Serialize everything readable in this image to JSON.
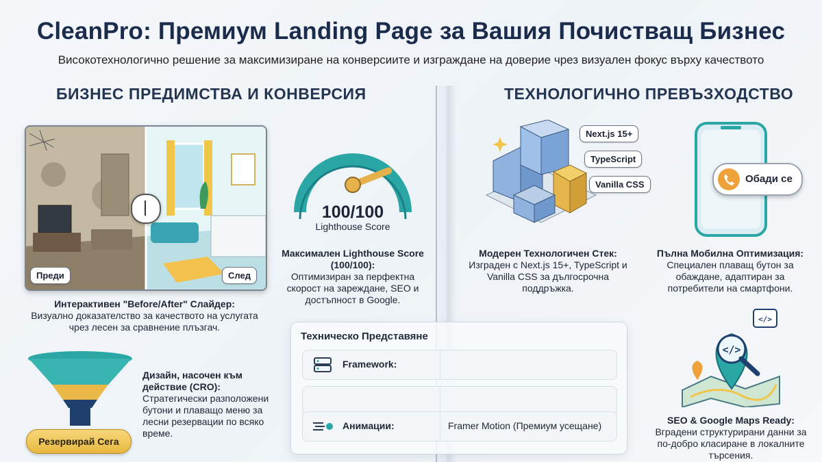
{
  "header": {
    "title": "CleanPro: Премиум Landing Page за Вашия Почистващ Бизнес",
    "subtitle": "Високотехнологично решение за максимизиране на конверсиите и изграждане на доверие чрез визуален фокус върху качеството"
  },
  "left": {
    "section_title": "БИЗНЕС ПРЕДИМСТВА И КОНВЕРСИЯ",
    "slider": {
      "before_label": "Преди",
      "after_label": "След",
      "caption_title": "Интерактивен \"Before/After\" Слайдер:",
      "caption_text": "Визуално доказателство за качеството на услугата чрез лесен за сравнение плъзгач."
    },
    "gauge": {
      "score": "100/100",
      "score_label": "Lighthouse Score",
      "level": 1.0,
      "caption_title": "Максимален Lighthouse Score (100/100):",
      "caption_text": "Оптимизиран за перфектна скорост на зареждане, SEO и достъпност в Google."
    },
    "cro": {
      "caption_title": "Дизайн, насочен към действие (CRO):",
      "caption_text": "Стратегически разположени бутони и плаващо меню за лесни резервации по всяко време.",
      "button_label": "Резервирай Сега"
    }
  },
  "panel": {
    "title": "Техническо Представяне",
    "rows": [
      {
        "label": "Framework:",
        "value": "",
        "icon": "server-icon"
      },
      {
        "label": "",
        "value": "",
        "icon": ""
      },
      {
        "label": "Анимации:",
        "value": "Framer Motion (Премиум усещане)",
        "icon": "motion-icon"
      }
    ]
  },
  "right": {
    "section_title": "ТЕХНОЛОГИЧНО ПРЕВЪЗХОДСТВО",
    "stack": {
      "tags": [
        "Next.js 15+",
        "TypeScript",
        "Vanilla CSS"
      ],
      "caption_title": "Модерен Технологичен Стек:",
      "caption_text": "Изграден с Next.js 15+, TypeScript и Vanilla CSS за дългосрочна поддръжка."
    },
    "mobile": {
      "call_label": "Обади се",
      "caption_title": "Пълна Мобилна Оптимизация:",
      "caption_text": "Специален плаващ бутон за обаждане, адаптиран за потребители на смартфони."
    },
    "seo": {
      "caption_title": "SEO & Google Maps Ready:",
      "caption_text": "Вградени структурирани данни за по-добро класиране в локалните търсения."
    }
  },
  "colors": {
    "navy": "#1a2b4c",
    "teal": "#2aa7a5",
    "gold": "#e8b83f",
    "orange": "#f0a23a"
  }
}
